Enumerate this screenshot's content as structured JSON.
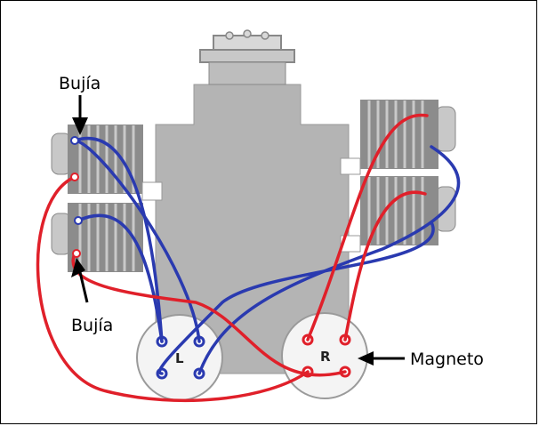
{
  "labels": {
    "spark_plug_top": "Bujía",
    "spark_plug_bottom": "Bujía",
    "magneto": "Magneto"
  },
  "magnetos": {
    "left": "L",
    "right": "R"
  },
  "colors": {
    "engine": "#b4b4b4",
    "engine_dark": "#8c8c8c",
    "fins": "#9e9e9e",
    "red_wire": "#e0202a",
    "blue_wire": "#2a3ab0",
    "magneto_fill": "#f4f4f4",
    "magneto_stroke": "#9a9a9a"
  }
}
